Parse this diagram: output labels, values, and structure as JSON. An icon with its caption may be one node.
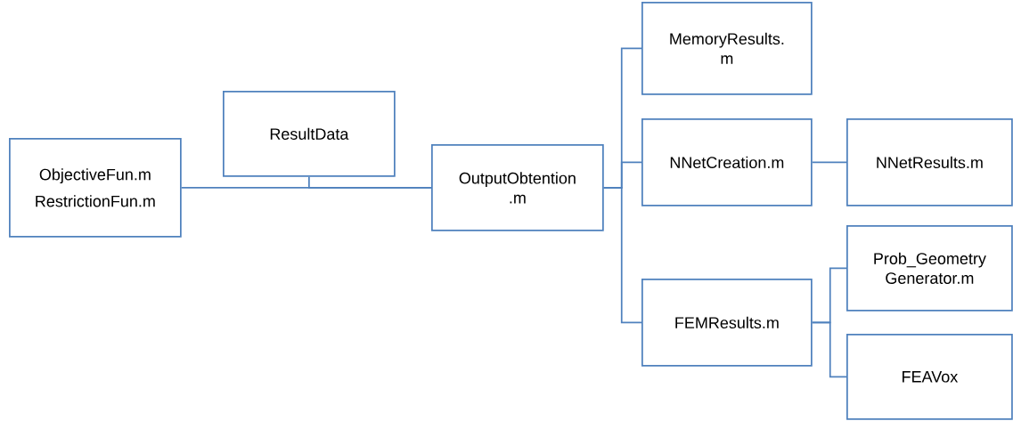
{
  "diagram": {
    "nodes": [
      {
        "text": [
          "ObjectiveFun.m",
          "RestrictionFun.m"
        ]
      },
      {
        "text": [
          "ResultData"
        ]
      },
      {
        "text": [
          "OutputObtention .m"
        ]
      },
      {
        "text": [
          "MemoryResults. m"
        ]
      },
      {
        "text": [
          "NNetCreation.m"
        ]
      },
      {
        "text": [
          "NNetResults.m"
        ]
      },
      {
        "text": [
          "FEMResults.m"
        ]
      },
      {
        "text": [
          "Prob_Geometry Generator.m"
        ]
      },
      {
        "text": [
          "FEAVox"
        ]
      }
    ],
    "edges": [
      {
        "from": 0,
        "to": 2,
        "arrow": "none"
      },
      {
        "from": 1,
        "to": 2,
        "arrow": "none"
      },
      {
        "from": 2,
        "to": 3,
        "arrow": "none"
      },
      {
        "from": 2,
        "to": 4,
        "arrow": "none"
      },
      {
        "from": 2,
        "to": 6,
        "arrow": "none"
      },
      {
        "from": 4,
        "to": 5,
        "arrow": "none"
      },
      {
        "from": 6,
        "to": 7,
        "arrow": "none"
      },
      {
        "from": 6,
        "to": 8,
        "arrow": "none"
      }
    ]
  }
}
